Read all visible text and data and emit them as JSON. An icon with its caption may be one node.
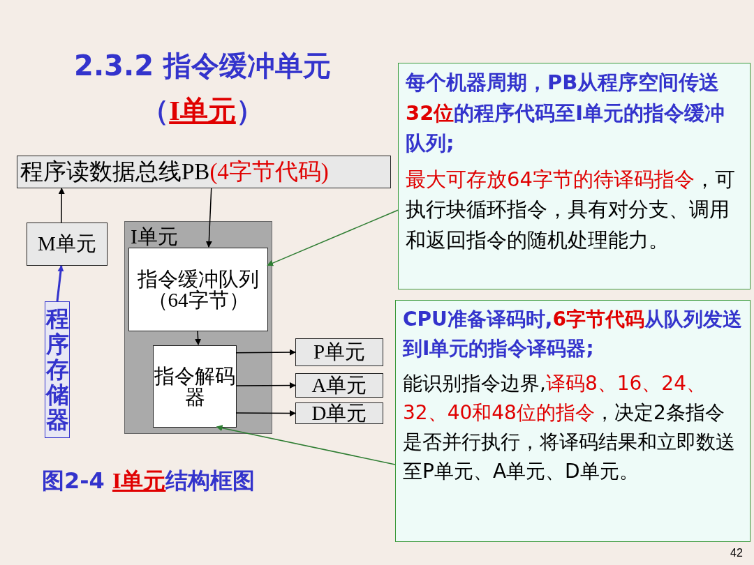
{
  "diagram": {
    "title": "2.3.2 指令缓冲单元（**I单元**）",
    "caption": "图2-4 **I单元**结构框图",
    "nodes": [
      {
        "text": [
          "程序读数据总线PB",
          "(4字节代码)"
        ]
      },
      {
        "text": [
          "M单元"
        ]
      },
      {
        "text": [
          "程序存储器"
        ]
      },
      {
        "text": [
          "I单元"
        ]
      },
      {
        "text": [
          "指令缓冲队列（64字节）"
        ],
        "in": 3
      },
      {
        "text": [
          "指令解码器"
        ],
        "in": 3
      },
      {
        "text": [
          "P单元"
        ]
      },
      {
        "text": [
          "A单元"
        ]
      },
      {
        "text": [
          "D单元"
        ]
      },
      {
        "text": [
          "每个机器周期，PB从程序空间传送**32位**的程序代码至I单元的指令缓冲队列;",
          "**最大可存放64字节的待译码指令**，可执行块循环指令，具有对分支、调用和返回指令的随机处理能力。"
        ]
      },
      {
        "text": [
          "CPU准备译码时,**6字节代码**从队列发送到I单元的指令译码器;",
          "能识别指令边界,**译码8、16、24、32、40和48位的指令**，决定2条指令是否并行执行，将译码结果和立即数送至P单元、A单元、D单元。"
        ]
      }
    ],
    "edges": [
      {
        "from": 1,
        "to": 0,
        "arrow": "to"
      },
      {
        "from": 2,
        "to": 1,
        "arrow": "to",
        "color": "#3333cc"
      },
      {
        "from": 0,
        "to": 4,
        "arrow": "to"
      },
      {
        "from": 4,
        "to": 5,
        "arrow": "to"
      },
      {
        "from": 5,
        "to": 6,
        "arrow": "to"
      },
      {
        "from": 5,
        "to": 7,
        "arrow": "to"
      },
      {
        "from": 5,
        "to": 8,
        "arrow": "to"
      },
      {
        "from": 9,
        "to": 4,
        "arrow": "to",
        "color": "#2e7d32"
      },
      {
        "from": 10,
        "to": 5,
        "arrow": "to",
        "color": "#2e7d32"
      }
    ],
    "labels": [
      "42"
    ]
  }
}
